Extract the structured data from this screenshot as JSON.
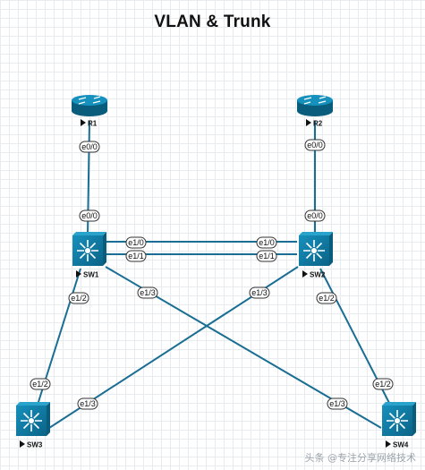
{
  "title": "VLAN & Trunk",
  "devices": [
    {
      "id": "R1",
      "label": "R1",
      "kind": "router"
    },
    {
      "id": "R2",
      "label": "R2",
      "kind": "router"
    },
    {
      "id": "SW1",
      "label": "SW1",
      "kind": "multilayer-switch"
    },
    {
      "id": "SW2",
      "label": "SW2",
      "kind": "multilayer-switch"
    },
    {
      "id": "SW3",
      "label": "SW3",
      "kind": "multilayer-switch"
    },
    {
      "id": "SW4",
      "label": "SW4",
      "kind": "multilayer-switch"
    }
  ],
  "links": [
    {
      "a": "R1",
      "a_if": "e0/0",
      "b": "SW1",
      "b_if": "e0/0"
    },
    {
      "a": "R2",
      "a_if": "e0/0",
      "b": "SW2",
      "b_if": "e0/0"
    },
    {
      "a": "SW1",
      "a_if": "e1/0",
      "b": "SW2",
      "b_if": "e1/0"
    },
    {
      "a": "SW1",
      "a_if": "e1/1",
      "b": "SW2",
      "b_if": "e1/1"
    },
    {
      "a": "SW1",
      "a_if": "e1/2",
      "b": "SW3",
      "b_if": "e1/2"
    },
    {
      "a": "SW1",
      "a_if": "e1/3",
      "b": "SW4",
      "b_if": "e1/3"
    },
    {
      "a": "SW2",
      "a_if": "e1/2",
      "b": "SW4",
      "b_if": "e1/2"
    },
    {
      "a": "SW2",
      "a_if": "e1/3",
      "b": "SW3",
      "b_if": "e1/3"
    }
  ],
  "watermark": "头条 @专注分享网络技术",
  "colors": {
    "link": "#1a6e93",
    "device_fill": "#0e7fa8",
    "device_dark": "#0a5c7c"
  },
  "icons": {
    "router": "router-icon",
    "switch": "multilayer-switch-icon"
  }
}
